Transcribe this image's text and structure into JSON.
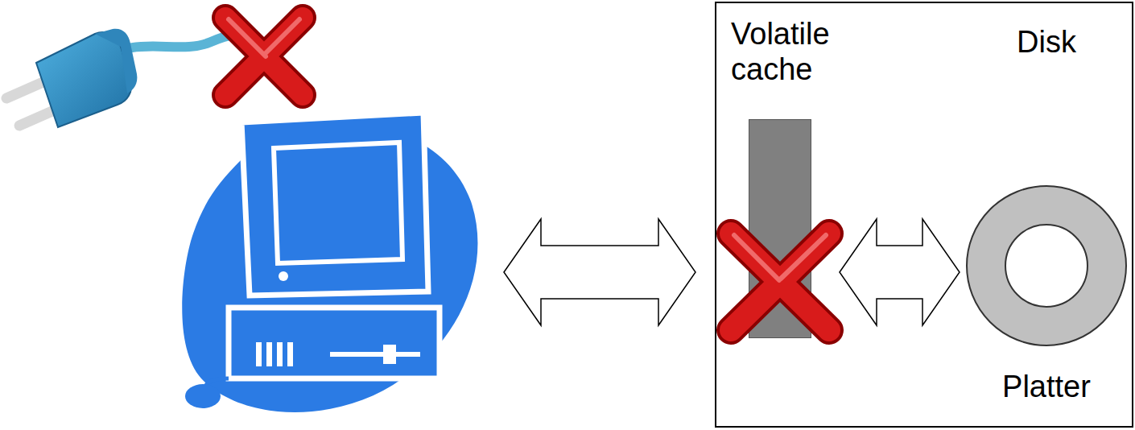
{
  "diagram": {
    "nodes": [
      {
        "text": [
          "Volatile cache"
        ]
      },
      {
        "text": [
          "Disk",
          "Platter"
        ]
      }
    ],
    "edges": [
      {
        "from": 0,
        "to": 1,
        "arrow": "both"
      }
    ]
  }
}
